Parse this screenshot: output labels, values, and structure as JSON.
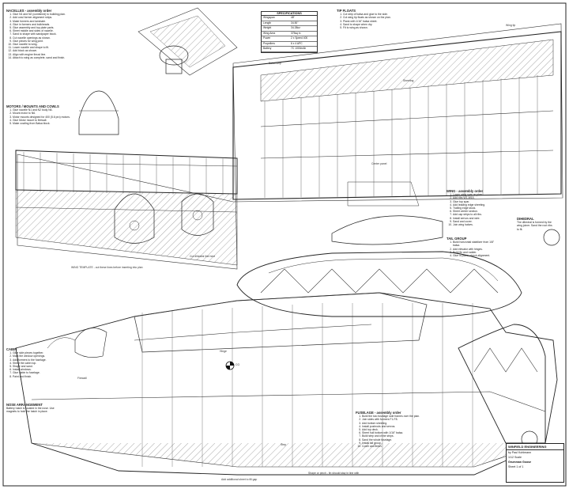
{
  "nacelles": {
    "title": "NACELLES - assembly order",
    "steps": [
      "Glue N1 and N2 (combined) to building plan.",
      "Add cowl former alignment strips.",
      "Make formers and laminate.",
      "Glue in formers and bulkheads.",
      "Glue assembly and top plate parts.",
      "Sheet middle and sides of nacelle.",
      "Sand to shape with sandpaper block.",
      "Cut nacelle openings as shown.",
      "Glue pieces for wing joint.",
      "Glue nacelle to wing.",
      "Lower nacelle and shape to fit.",
      "Add block as shown.",
      "Align with engine thrust line.",
      "Attach to wing as complete, sand and finish."
    ]
  },
  "motors": {
    "title": "MOTORS / MOUNTS AND COWLS",
    "steps": [
      "Glue nacelle N1 and N2 body N6.",
      "Mount motor to N6.",
      "Motor mounts designed for 400 (5.6 pro) motors.",
      "Glue Motor mount to firewall.",
      "Make cowling from Balsa block."
    ]
  },
  "specs": {
    "title": "SPECIFICATIONS",
    "rows": [
      [
        "Wingspan",
        "48\""
      ],
      [
        "Length",
        "34.50\""
      ],
      [
        "Weight",
        "34-38oz"
      ],
      [
        "Wing Area",
        "375sq in"
      ],
      [
        "Power",
        "2 x Speed 400"
      ],
      [
        "Propellers",
        "6 x 4 APC"
      ],
      [
        "Battery",
        "7C 1000mAh"
      ]
    ]
  },
  "tip_floats": {
    "title": "TIP FLOATS",
    "steps": [
      "Cut strip of balsa and glue to the side.",
      "Cut wing tip floats as shown on the plan.",
      "Plank with 1/16\" balsa sheet.",
      "Sand to shape when dry.",
      "Fit to wing as shown."
    ]
  },
  "wing_notes": {
    "title": "WING - assembly order",
    "steps": [
      "Lower wing spar on plan.",
      "Add ribs W1-W15.",
      "Glue top spar.",
      "Add leading edge sheeting.",
      "Trailing edge stock.",
      "Sheet center section.",
      "Add cap strips to all ribs.",
      "Install servos and wire.",
      "Sand and cover.",
      "Join wing halves."
    ]
  },
  "tail_group": {
    "title": "TAIL GROUP",
    "steps": [
      "Build horizontal stabilizer from 1/8\" balsa.",
      "Add elevator with hinges.",
      "Build fin and rudder.",
      "Glue in place, check alignment."
    ]
  },
  "dihedral": {
    "title": "DIHEDRAL",
    "text": "The dihedral is formed by the wing joiner. Sand the root ribs to fit."
  },
  "cabin": {
    "title": "CABIN",
    "steps": [
      "Glue side pieces together.",
      "Mark the window openings.",
      "Add formers to the fuselage.",
      "Sheet the cabin top.",
      "Shape and sand.",
      "Install windows.",
      "Glue cabin to fuselage.",
      "Paint and finish."
    ]
  },
  "nose_hatch": {
    "title": "NOSE ARRANGEMENT",
    "text": "Battery hatch is located in the nose. Use magnets to hold the hatch in place."
  },
  "fuselage": {
    "title": "FUSELAGE - assembly order",
    "steps": [
      "Build the two fuselage side frames over the plan.",
      "Join sides with formers F1-F8.",
      "Add bottom sheeting.",
      "Install pushrods and servos.",
      "Add top deck.",
      "Sheet hull bottom with 1/16\" balsa.",
      "Build step and chine strips.",
      "Sand the whole fuselage.",
      "Install tail group.",
      "Cover and finish."
    ]
  },
  "misc_labels": {
    "wing_template": "WING TEMPLATE - cut these lines before inserting into plan",
    "cut_note": "Cut dihedral line here",
    "balsa_strip": "Balsa strip",
    "wing_tip": "Wing tip",
    "center_panel": "Center panel",
    "sheeting": "Sheeting",
    "cg": "CG",
    "firewall": "Firewall",
    "hinge": "Hinge",
    "step": "Step",
    "shaped_end": "Shape or pinch - fin should stay in line with",
    "add_balsa": "Add additional sheet to fill gap"
  },
  "title_block": {
    "company": "WINFIELD ENGINEERING",
    "designer": "by Paul Kohlmann",
    "scale": "1/12 Scale",
    "name": "Grumman Goose",
    "sheet": "Sheet 1 of 1"
  }
}
